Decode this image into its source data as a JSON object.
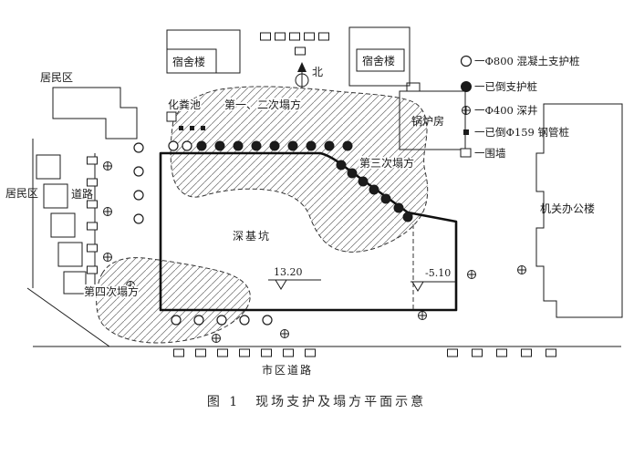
{
  "caption": "图 1　现场支护及塌方平面示意",
  "compass": {
    "label": "北"
  },
  "buildings": {
    "dorm_left": "宿舍楼",
    "dorm_right": "宿舍楼",
    "boiler_room": "锅炉房",
    "office": "机关办公楼",
    "residential_top": "居民区",
    "residential_left": "居民区"
  },
  "roads": {
    "left_road": "道路",
    "city_road": "市区道路"
  },
  "site": {
    "septic_tank": "化粪池",
    "collapse_1_2": "第一、二次塌方",
    "collapse_3": "第三次塌方",
    "collapse_4": "第四次塌方",
    "deep_pit": "深基坑",
    "elevation_top": "13.20",
    "elevation_bottom": "-5.10"
  },
  "legend": {
    "items": [
      {
        "symbol": "open-circle-icon",
        "label": "一Φ800 混凝土支护桩"
      },
      {
        "symbol": "filled-circle-icon",
        "label": "一已倒支护桩"
      },
      {
        "symbol": "well-circle-icon",
        "label": "一Φ400 深井"
      },
      {
        "symbol": "filled-square-icon",
        "label": "一已倒Φ159 钢管桩"
      },
      {
        "symbol": "open-square-icon",
        "label": "一围墙"
      }
    ]
  },
  "colors": {
    "ink": "#1b1b1b",
    "hatch": "#6b6b6b",
    "background": "#ffffff"
  }
}
